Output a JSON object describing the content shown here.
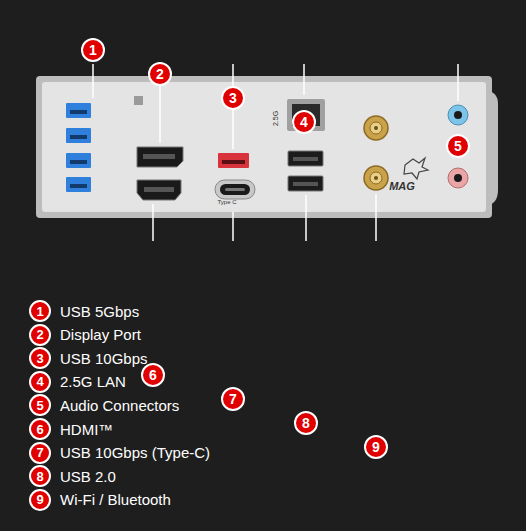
{
  "diagram": {
    "nodes": [
      {
        "text": [
          "1"
        ]
      },
      {
        "text": [
          "2"
        ]
      },
      {
        "text": [
          "3"
        ]
      },
      {
        "text": [
          "4"
        ]
      },
      {
        "text": [
          "5"
        ]
      },
      {
        "text": [
          "6"
        ]
      },
      {
        "text": [
          "7"
        ]
      },
      {
        "text": [
          "8"
        ]
      },
      {
        "text": [
          "9"
        ]
      },
      {
        "text": [
          "1",
          "USB 5Gbps"
        ]
      },
      {
        "text": [
          "2",
          "Display Port"
        ]
      },
      {
        "text": [
          "3",
          "USB 10Gbps"
        ]
      },
      {
        "text": [
          "4",
          "2.5G LAN"
        ]
      },
      {
        "text": [
          "5",
          "Audio Connectors"
        ]
      },
      {
        "text": [
          "6",
          "HDMI™"
        ]
      },
      {
        "text": [
          "7",
          "USB 10Gbps (Type-C)"
        ]
      },
      {
        "text": [
          "8",
          "USB 2.0"
        ]
      },
      {
        "text": [
          "9",
          "Wi-Fi / Bluetooth"
        ]
      }
    ],
    "labels": [
      "2.5G",
      "Type C",
      "MAG"
    ]
  }
}
